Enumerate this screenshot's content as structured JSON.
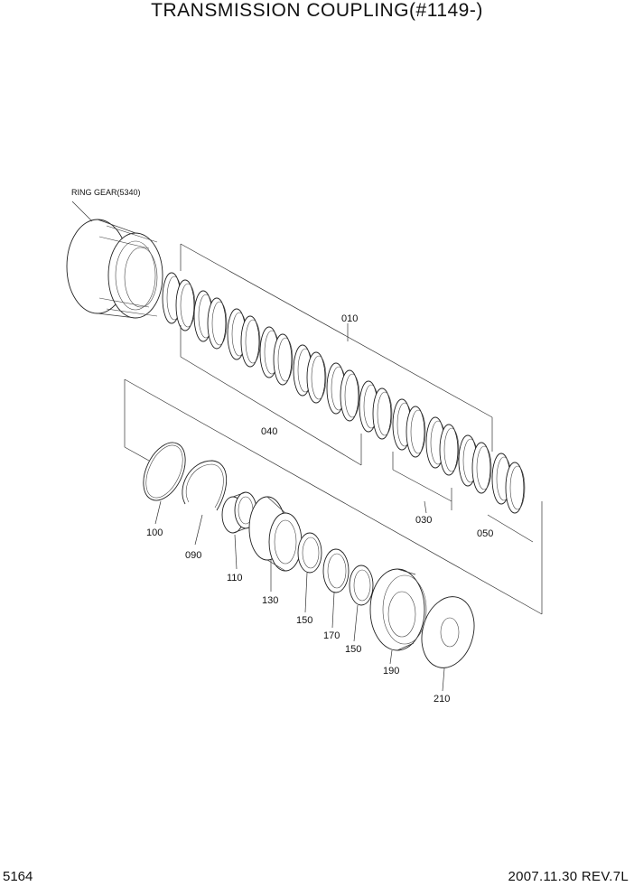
{
  "header": {
    "title": "TRANSMISSION COUPLING(#1149-)"
  },
  "footer": {
    "page_number": "5164",
    "revision": "2007.11.30  REV.7L"
  },
  "callouts": {
    "ring_gear": "RING GEAR(5340)",
    "p010": "010",
    "p030": "030",
    "p040": "040",
    "p050": "050",
    "p090": "090",
    "p100": "100",
    "p110": "110",
    "p130": "130",
    "p150a": "150",
    "p150b": "150",
    "p170": "170",
    "p190": "190",
    "p210": "210"
  }
}
